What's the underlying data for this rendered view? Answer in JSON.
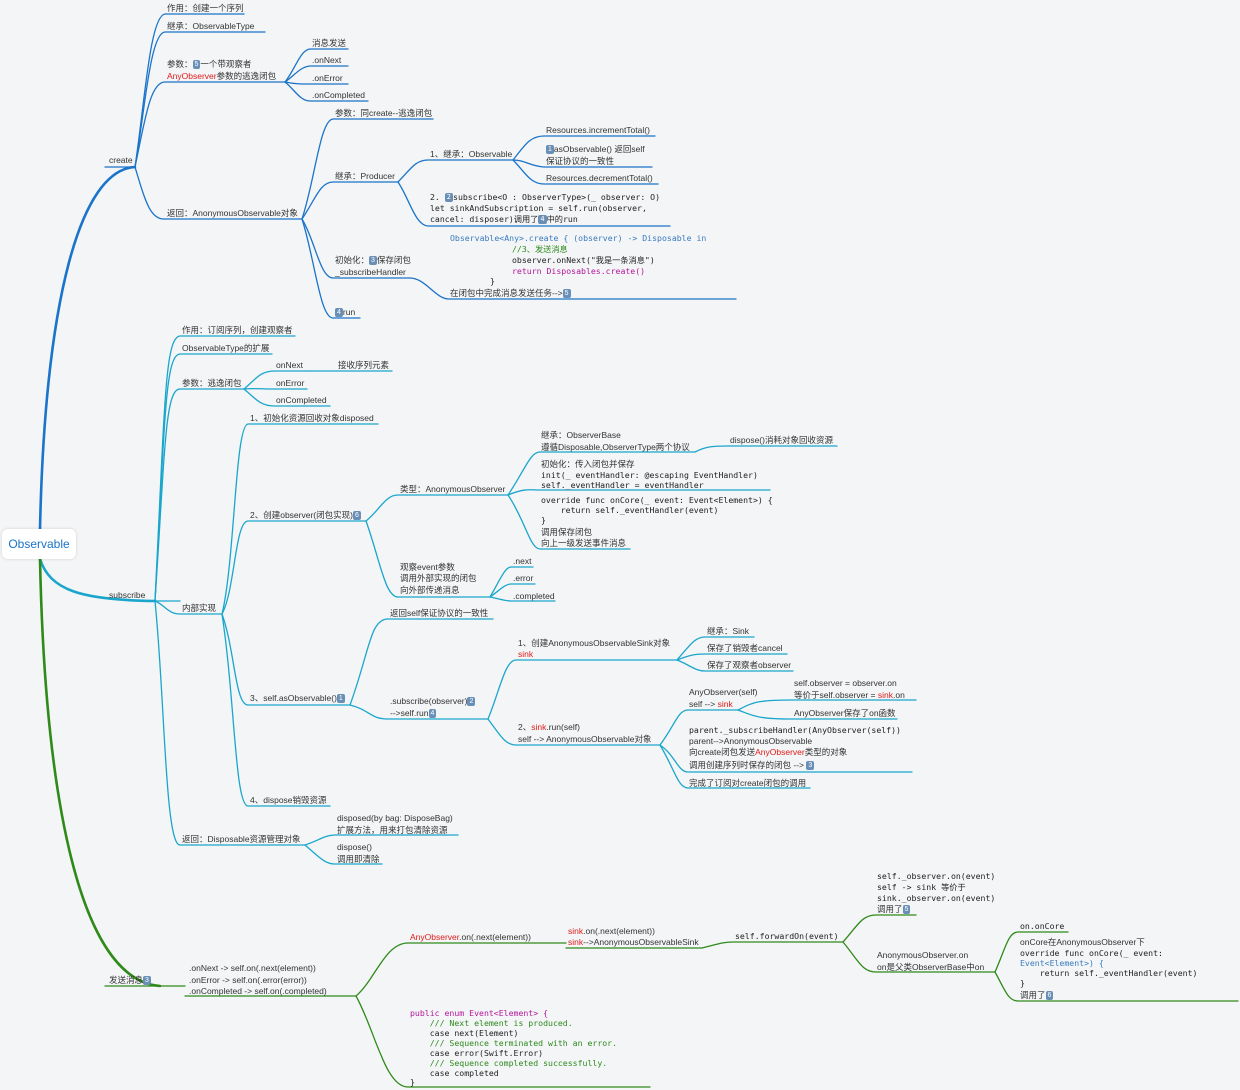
{
  "root": "Observable",
  "colors": {
    "blue": "#1b74c9",
    "teal": "#1aa6cc",
    "green": "#2f8a1a",
    "red": "#e01b1b"
  },
  "create": {
    "label": "create",
    "purpose": "作用：创建一个序列",
    "inherit": "继承：ObservableType",
    "param_line1": "参数：",
    "param_badge": "5",
    "param_line1_rest": "一个带观察者",
    "param_line2_red": "AnyObserver",
    "param_line2_rest": "参数的逃逸闭包",
    "events": [
      "消息发送",
      ".onNext",
      ".onError",
      ".onCompleted"
    ],
    "returns": "返回：AnonymousObservable对象",
    "ret_param": "参数：同create--逃逸闭包",
    "inherit_producer": "继承：Producer",
    "producer_1": "1、继承：Observable",
    "res_inc": "Resources.incrementTotal()",
    "as_obs_badge": "1",
    "as_obs_1": "asObservable() 返回self",
    "as_obs_2": "保证协议的一致性",
    "res_dec": "Resources.decrementTotal()",
    "producer_2_prefix": "2. ",
    "producer_2_badge": "2",
    "producer_2_line1": "subscribe<O : ObserverType>(_ observer: O)",
    "producer_2_line2": "let sinkAndSubscription = self.run(observer,",
    "producer_2_line3a": "cancel: disposer)调用了",
    "producer_2_line3_badge": "4",
    "producer_2_line3b": "中的run",
    "init_1a": "初始化：",
    "init_badge": "3",
    "init_1b": "保存闭包",
    "init_2": "_subscribeHandler",
    "code_create": [
      "Observable<Any>.create { (observer) -> Disposable in",
      "//3、发送消息",
      "observer.onNext(\"我是一条消息\")",
      "return Disposables.create()",
      "}"
    ],
    "closure_send": "在闭包中完成消息发送任务-->",
    "closure_badge": "5",
    "run_badge": "4",
    "run_label": "run"
  },
  "subscribe": {
    "label": "subscribe",
    "purpose": "作用：订阅序列，创建观察者",
    "ext": "ObservableType的扩展",
    "param": "参数：逃逸闭包",
    "cb": [
      "onNext",
      "onError",
      "onCompleted"
    ],
    "recv": "接收序列元素",
    "impl": "内部实现",
    "step1": "1、初始化资源回收对象disposed",
    "step2": "2、创建observer(闭包实现)",
    "step2_badge": "6",
    "type": "类型：AnonymousObserver",
    "inherit_obs_1": "继承：ObserverBase",
    "inherit_obs_2": "遵循Disposable,ObserverType两个协议",
    "dispose_res": "dispose()消耗对象回收资源",
    "init_obs": "初始化：传入闭包并保存",
    "code_init": [
      "init(_ eventHandler: @escaping EventHandler)",
      "self._eventHandler = eventHandler"
    ],
    "code_oncore": [
      "override func onCore(_ event: Event<Element>) {",
      "    return self._eventHandler(event)",
      "}"
    ],
    "call_closure": "调用保存闭包",
    "up_send": "向上一级发送事件消息",
    "observe_1": "观察event参数",
    "observe_2": "调用外部实现的闭包",
    "observe_3": "向外部传递消息",
    "events": [
      ".next",
      ".error",
      ".completed"
    ],
    "step3": "3、self.asObservable()",
    "step3_badge": "1",
    "ret_self": "返回self保证协议的一致性",
    "sub_obs_1": ".subscribe(observer)",
    "sub_obs_badge1": "2",
    "sub_obs_2": "-->self.run",
    "sub_obs_badge2": "4",
    "sink_1": "1、创建AnonymousObservableSink对象",
    "sink_red": "sink",
    "sink_items": [
      "继承：Sink",
      "保存了销毁者cancel",
      "保存了观察者observer"
    ],
    "sinkrun_1a": "2、",
    "sinkrun_red": "sink",
    "sinkrun_1b": ".run(self)",
    "sinkrun_2": "self --> AnonymousObservable对象",
    "anyobs_1": "AnyObserver(self)",
    "anyobs_2a": "self --> ",
    "anyobs_2_red": "sink",
    "eq_1": "self.observer = observer.on",
    "eq_2a": "等价于self.observer = ",
    "eq_2_red": "sink",
    "eq_2b": ".on",
    "anyobs_save": "AnyObserver保存了on函数",
    "code_parent": "parent._subscribeHandler(AnyObserver(self))",
    "parent_1": "parent-->AnonymousObservable",
    "parent_2a": "向create闭包发送",
    "parent_2_red": "AnyObserver",
    "parent_2b": "类型的对象",
    "parent_3a": "调用创建序列时保存的闭包 --> ",
    "parent_3_badge": "3",
    "done": "完成了订阅对create闭包的调用",
    "step4": "4、dispose销毁资源",
    "returns": "返回：Disposable资源管理对象",
    "disp_bag_1": "disposed(by bag: DisposeBag)",
    "disp_bag_2": "扩展方法，用来打包清除资源",
    "disp_1": "dispose()",
    "disp_2": "调用即清除"
  },
  "send": {
    "label": "发送消息",
    "badge": "3",
    "on_lines": [
      ".onNext -> self.on(.next(element))",
      ".onError -> self.on(.error(error))",
      ".onCompleted -> self.on(.completed)"
    ],
    "anyobs_on_red": "AnyObserver",
    "anyobs_on": ".on(.next(element))",
    "sinkon_1_red": "sink",
    "sinkon_1": ".on(.next(element))",
    "sinkon_2_red": "sink",
    "sinkon_2": "-->AnonymousObservableSink",
    "forward": "self.forwardOn(event)",
    "obs_on_code": [
      "self._observer.on(event)",
      "self -> sink 等价于",
      "sink._observer.on(event)"
    ],
    "obs_on_call": "调用了",
    "obs_on_badge": "5",
    "anon_obs_1": "AnonymousObserver.on",
    "anon_obs_2": "on是父类ObserverBase中on",
    "oncore_title": "on.onCore",
    "oncore_desc": "onCore在AnonymousObserver下",
    "oncore_code": [
      "override func onCore(_ event:",
      "Event<Element>) {",
      "    return self._eventHandler(event)",
      "}"
    ],
    "oncore_call": "调用了",
    "oncore_badge": "6",
    "enum_code": [
      "public enum Event<Element> {",
      "    /// Next element is produced.",
      "    case next(Element)",
      "    /// Sequence terminated with an error.",
      "    case error(Swift.Error)",
      "    /// Sequence completed successfully.",
      "    case completed",
      "}"
    ]
  }
}
